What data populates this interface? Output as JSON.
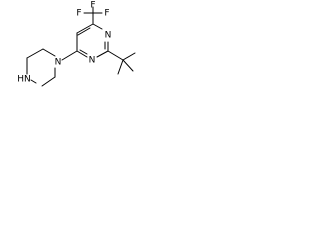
{
  "molecule": {
    "atoms": {
      "nh": "HN",
      "n_pip": "N",
      "n_ring_left": "N",
      "n_ring_right": "N",
      "f_top": "F",
      "f_left": "F",
      "f_right": "F"
    }
  }
}
